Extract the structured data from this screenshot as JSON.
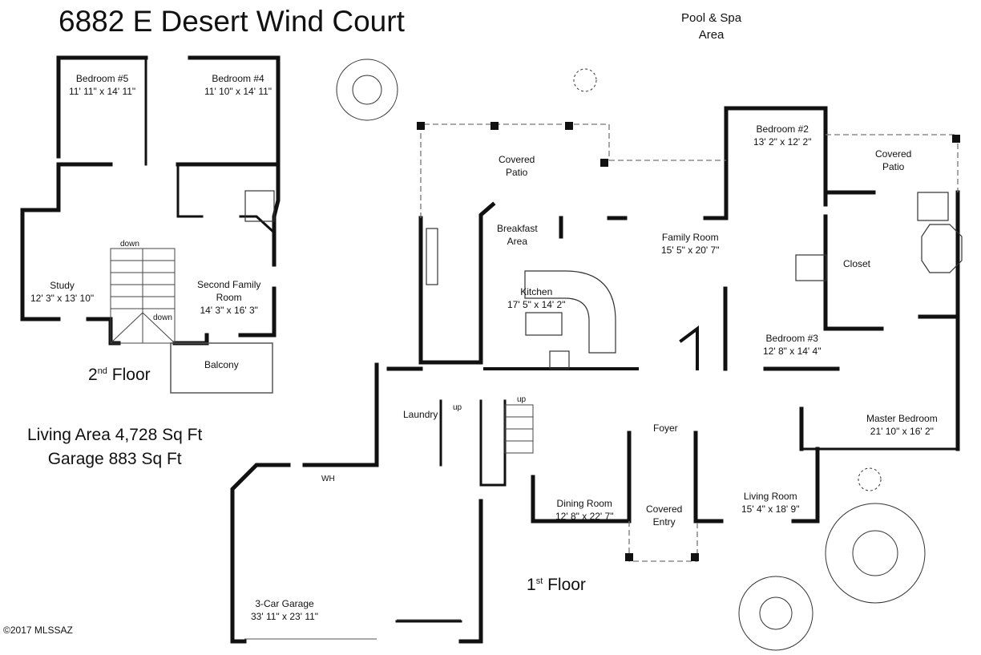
{
  "title": "6882 E Desert Wind Court",
  "pool_spa": {
    "line1": "Pool & Spa",
    "line2": "Area"
  },
  "areas": {
    "living": "Living Area 4,728 Sq Ft",
    "garage": "Garage 883 Sq Ft"
  },
  "floors": {
    "second": {
      "label": "2",
      "sup": "nd",
      "suffix": " Floor"
    },
    "first": {
      "label": "1",
      "sup": "st",
      "suffix": " Floor"
    }
  },
  "rooms": {
    "bedroom5": {
      "name": "Bedroom #5",
      "dims": "11' 11\" x 14' 11\""
    },
    "bedroom4": {
      "name": "Bedroom #4",
      "dims": "11' 10\" x 14' 11\""
    },
    "study": {
      "name": "Study",
      "dims": "12' 3\" x 13' 10\""
    },
    "second_family": {
      "name1": "Second Family",
      "name2": "Room",
      "dims": "14' 3\" x 16' 3\""
    },
    "balcony": {
      "name": "Balcony"
    },
    "covered_patio_left": {
      "name1": "Covered",
      "name2": "Patio"
    },
    "covered_patio_right": {
      "name1": "Covered",
      "name2": "Patio"
    },
    "bedroom2": {
      "name": "Bedroom #2",
      "dims": "13' 2\" x 12' 2\""
    },
    "breakfast": {
      "name1": "Breakfast",
      "name2": "Area"
    },
    "family_room": {
      "name": "Family Room",
      "dims": "15' 5\" x 20' 7\""
    },
    "closet": {
      "name": "Closet"
    },
    "kitchen": {
      "name": "Kitchen",
      "dims": "17' 5\" x 14' 2\""
    },
    "bedroom3": {
      "name": "Bedroom #3",
      "dims": "12' 8\" x 14' 4\""
    },
    "laundry": {
      "name": "Laundry"
    },
    "foyer": {
      "name": "Foyer"
    },
    "master": {
      "name": "Master Bedroom",
      "dims": "21' 10\" x 16' 2\""
    },
    "dining": {
      "name": "Dining Room",
      "dims": "12' 8\" x 22' 7\""
    },
    "covered_entry": {
      "name1": "Covered",
      "name2": "Entry"
    },
    "living": {
      "name": "Living Room",
      "dims": "15' 4\" x 18' 9\""
    },
    "garage": {
      "name": "3-Car Garage",
      "dims": "33' 11\" x 23' 11\""
    }
  },
  "labels": {
    "down1": "down",
    "down2": "down",
    "up1": "up",
    "up2": "up",
    "wh": "WH"
  },
  "copyright": "©2017 MLSSAZ"
}
